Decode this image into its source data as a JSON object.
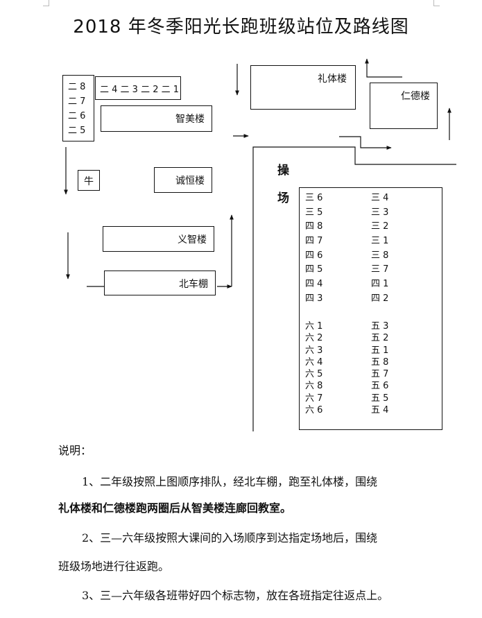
{
  "title": "2018 年冬季阳光长跑班级站位及路线图",
  "buildings": {
    "litilou": "礼体楼",
    "rendelou": "仁德楼",
    "zhimeilou": "智美楼",
    "chenghenglou": "诚恒楼",
    "yizhilou": "义智楼",
    "beichepeng": "北车棚",
    "niu": "牛"
  },
  "grade2": {
    "vertical": [
      "二 8",
      "二 7",
      "二 6",
      "二 5"
    ],
    "horizontal": "二 4 二 3 二 2 二 1"
  },
  "playground": [
    "操",
    "场"
  ],
  "field": {
    "left_top": [
      "三 6",
      "三 5",
      "四 8",
      "四 7",
      "四 6",
      "四 5",
      "四 4",
      "四 3"
    ],
    "right_top": [
      "三 4",
      "三 3",
      "三 2",
      "三 1",
      "三 8",
      "三 7",
      "四 1",
      "四 2"
    ],
    "left_bottom": [
      "六 1",
      "六 2",
      "六 3",
      "六 4",
      "六 5",
      "六 8",
      "六 7",
      "六 6"
    ],
    "right_bottom": [
      "五 3",
      "五 2",
      "五 1",
      "五 8",
      "五 7",
      "五 6",
      "五 5",
      "五 4"
    ]
  },
  "notes": {
    "heading": "说明：",
    "n1_line1": "1、二年级按照上图顺序排队，经北车棚，跑至礼体楼，围绕",
    "n1_line2": "礼体楼和仁德楼跑两圈后从智美楼连廊回教室。",
    "n2_line1": "2、三—六年级按照大课间的入场顺序到达指定场地后，围绕",
    "n2_line2": "班级场地进行往返跑。",
    "n3_line1": "3、三—六年级各班带好四个标志物，放在各班指定往返点上。"
  }
}
